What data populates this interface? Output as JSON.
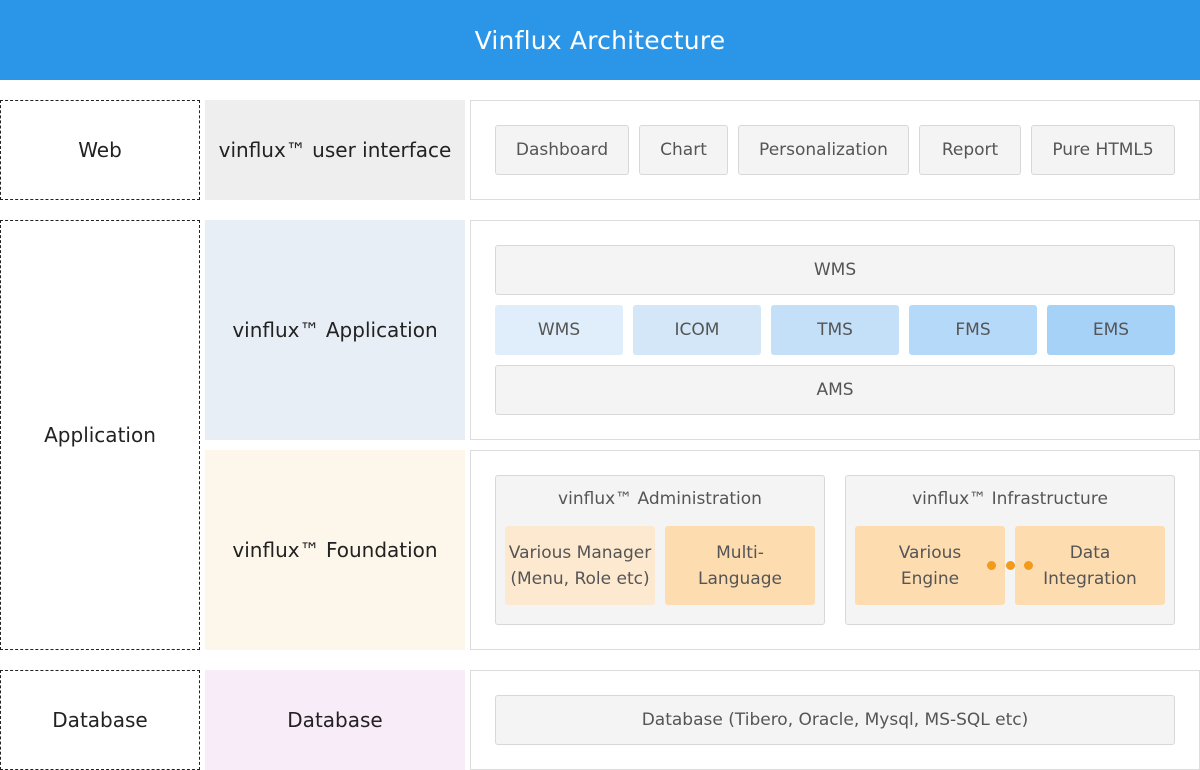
{
  "header": {
    "title": "Vinflux  Architecture"
  },
  "colors": {
    "header_bg": "#2b96e8",
    "wms_light": "#e0eefb",
    "icom": "#d3e7f9",
    "tms": "#c4e0f9",
    "fms": "#b5d9f8",
    "ems": "#a6d2f7",
    "orange_light": "#fde9cf",
    "orange": "#fddcb0",
    "dot": "#f29a1a"
  },
  "layers": {
    "web": "Web",
    "application": "Application",
    "database": "Database"
  },
  "modules": {
    "ui": "vinflux™ user interface",
    "application": "vinflux™ Application",
    "foundation": "vinflux™ Foundation",
    "database": "Database"
  },
  "web_chips": [
    "Dashboard",
    "Chart",
    "Personalization",
    "Report",
    "Pure HTML5"
  ],
  "app": {
    "top": "WMS",
    "middle": [
      "WMS",
      "ICOM",
      "TMS",
      "FMS",
      "EMS"
    ],
    "bottom": "AMS"
  },
  "foundation": {
    "administration": {
      "title": "vinflux™ Administration",
      "items": [
        {
          "line1": "Various Manager",
          "line2": "(Menu, Role etc)"
        },
        {
          "line1": "Multi-",
          "line2": "Language"
        }
      ]
    },
    "infrastructure": {
      "title": "vinflux™ Infrastructure",
      "items": [
        {
          "line1": "Various",
          "line2": "Engine"
        },
        {
          "line1": "Data",
          "line2": "Integration"
        }
      ]
    }
  },
  "database_chip": "Database (Tibero, Oracle, Mysql, MS-SQL etc)"
}
